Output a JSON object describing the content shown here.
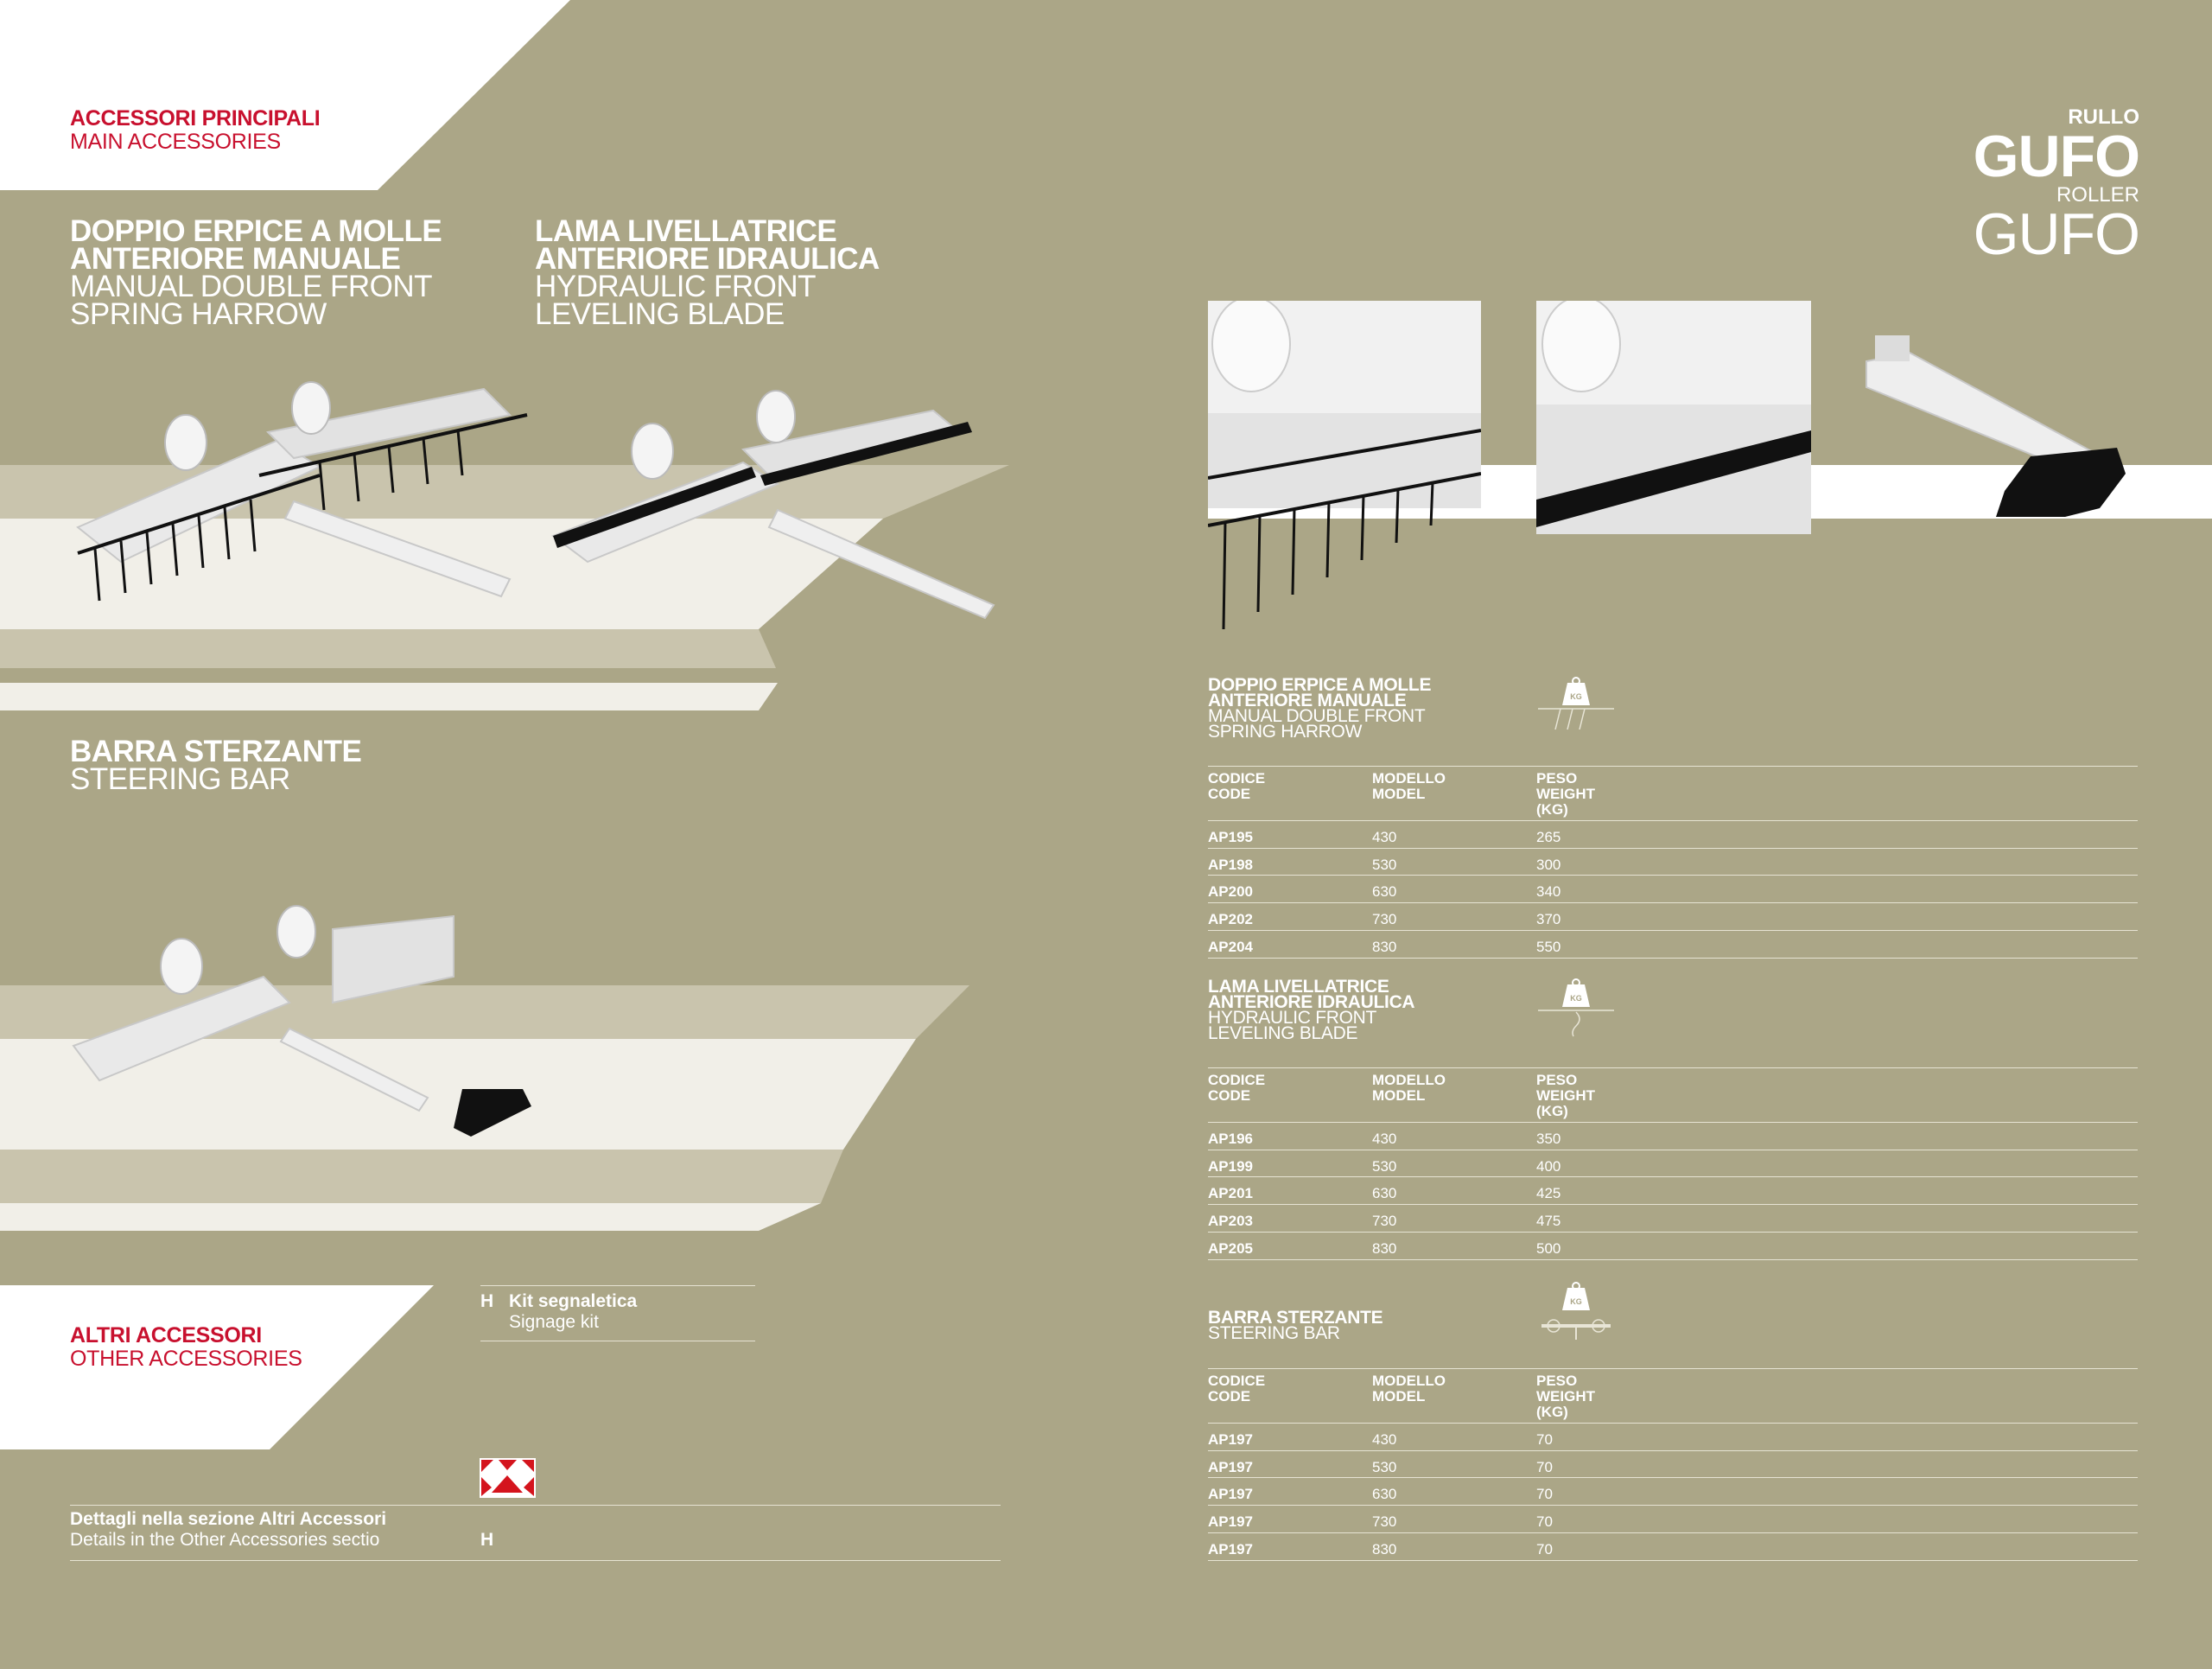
{
  "main_accessories": {
    "title_it": "ACCESSORI PRINCIPALI",
    "title_en": "MAIN ACCESSORIES"
  },
  "brand": {
    "rullo": "RULLO",
    "gufo_bold": "GUFO",
    "roller": "ROLLER",
    "gufo_light": "GUFO"
  },
  "cards": {
    "harrow": {
      "l1": "DOPPIO ERPICE A MOLLE",
      "l2": "ANTERIORE MANUALE",
      "l3": "MANUAL DOUBLE FRONT",
      "l4": "SPRING HARROW"
    },
    "blade": {
      "l1": "LAMA LIVELLATRICE",
      "l2": "ANTERIORE IDRAULICA",
      "l3": "HYDRAULIC FRONT",
      "l4": "LEVELING BLADE"
    },
    "steering": {
      "l1": "BARRA STERZANTE",
      "l2": "STEERING BAR"
    }
  },
  "other_accessories": {
    "title_it": "ALTRI ACCESSORI",
    "title_en": "OTHER ACCESSORIES"
  },
  "kit": {
    "letter": "H",
    "name_it": "Kit segnaletica",
    "name_en": "Signage kit"
  },
  "footer": {
    "note_it": "Dettagli nella sezione Altri Accessori",
    "note_en": "Details in the Other Accessories sectio",
    "letter": "H"
  },
  "weight_icon_label": "KG",
  "headers": {
    "codice": "CODICE",
    "code": "CODE",
    "modello": "MODELLO",
    "model": "MODEL",
    "peso": "PESO",
    "weight": "WEIGHT",
    "kg": "(KG)"
  },
  "tables": [
    {
      "title_l1": "DOPPIO ERPICE A MOLLE",
      "title_l2": "ANTERIORE MANUALE",
      "title_l3": "MANUAL DOUBLE FRONT",
      "title_l4": "SPRING HARROW",
      "rows": [
        [
          "AP195",
          "430",
          "265"
        ],
        [
          "AP198",
          "530",
          "300"
        ],
        [
          "AP200",
          "630",
          "340"
        ],
        [
          "AP202",
          "730",
          "370"
        ],
        [
          "AP204",
          "830",
          "550"
        ]
      ]
    },
    {
      "title_l1": "LAMA LIVELLATRICE",
      "title_l2": "ANTERIORE IDRAULICA",
      "title_l3": "HYDRAULIC FRONT",
      "title_l4": "LEVELING BLADE",
      "rows": [
        [
          "AP196",
          "430",
          "350"
        ],
        [
          "AP199",
          "530",
          "400"
        ],
        [
          "AP201",
          "630",
          "425"
        ],
        [
          "AP203",
          "730",
          "475"
        ],
        [
          "AP205",
          "830",
          "500"
        ]
      ]
    },
    {
      "title_l1": "BARRA STERZANTE",
      "title_l2": "STEERING BAR",
      "rows": [
        [
          "AP197",
          "430",
          "70"
        ],
        [
          "AP197",
          "530",
          "70"
        ],
        [
          "AP197",
          "630",
          "70"
        ],
        [
          "AP197",
          "730",
          "70"
        ],
        [
          "AP197",
          "830",
          "70"
        ]
      ]
    }
  ]
}
